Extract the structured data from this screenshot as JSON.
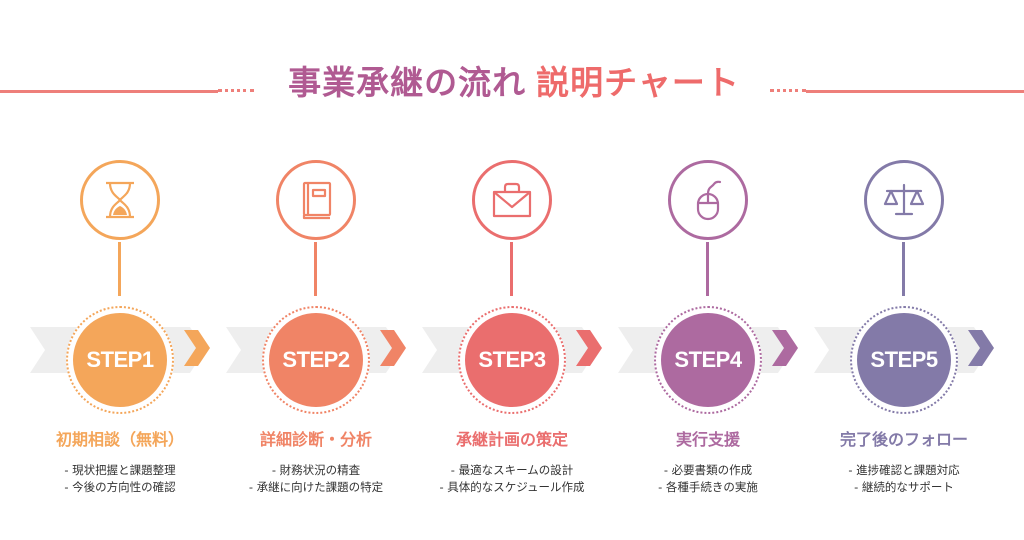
{
  "title": {
    "main": "事業承継の流れ",
    "sub": "説明チャート"
  },
  "colors": {
    "title_main": "#b05a92",
    "title_sub": "#ee6b6b",
    "line": "#ee7f7a",
    "band": "#eeeeee"
  },
  "steps": [
    {
      "label": "STEP1",
      "heading": "初期相談（無料）",
      "bullets": [
        "- 現状把握と課題整理",
        "- 今後の方向性の確認"
      ],
      "icon": "hourglass-icon",
      "color": "#f4a65a"
    },
    {
      "label": "STEP2",
      "heading": "詳細診断・分析",
      "bullets": [
        "- 財務状況の精査",
        "- 承継に向けた課題の特定"
      ],
      "icon": "book-icon",
      "color": "#f08466"
    },
    {
      "label": "STEP3",
      "heading": "承継計画の策定",
      "bullets": [
        "- 最適なスキームの設計",
        "- 具体的なスケジュール作成"
      ],
      "icon": "envelope-bag-icon",
      "color": "#ea6e6e"
    },
    {
      "label": "STEP4",
      "heading": "実行支援",
      "bullets": [
        "- 必要書類の作成",
        "- 各種手続きの実施"
      ],
      "icon": "mouse-icon",
      "color": "#ad6aa0"
    },
    {
      "label": "STEP5",
      "heading": "完了後のフォロー",
      "bullets": [
        "- 進捗確認と課題対応",
        "- 継続的なサポート"
      ],
      "icon": "scales-icon",
      "color": "#837aa8"
    }
  ]
}
